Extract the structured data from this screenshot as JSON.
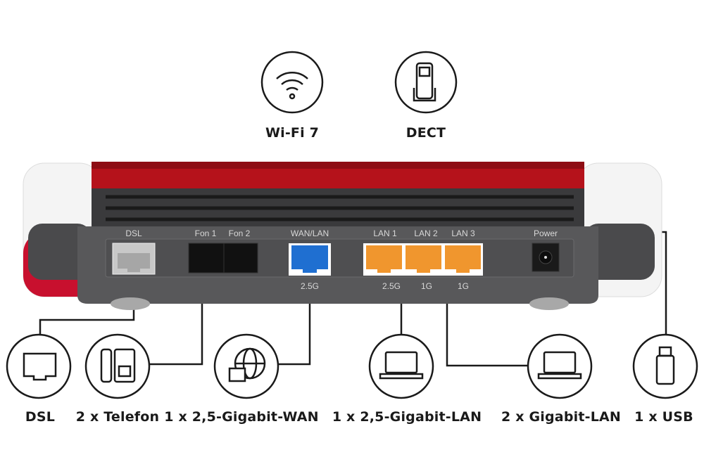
{
  "features": [
    {
      "label": "Wi-Fi 7",
      "icon": "wifi-icon"
    },
    {
      "label": "DECT",
      "icon": "dect-handset-icon"
    }
  ],
  "ports_top": [
    "DSL",
    "Fon 1",
    "Fon 2",
    "WAN/LAN",
    "LAN 1",
    "LAN 2",
    "LAN 3",
    "Power"
  ],
  "ports_bottom": [
    "2.5G",
    "2.5G",
    "1G",
    "1G"
  ],
  "connections": [
    {
      "label": "DSL",
      "icon": "dsl-port-icon"
    },
    {
      "label": "2 x Telefon",
      "icon": "telephone-icon"
    },
    {
      "label": "1 x 2,5-Gigabit-WAN",
      "icon": "globe-icon"
    },
    {
      "label": "1 x 2,5-Gigabit-LAN",
      "icon": "laptop-icon"
    },
    {
      "label": "2 x Gigabit-LAN",
      "icon": "laptop-icon"
    },
    {
      "label": "1 x USB",
      "icon": "usb-icon"
    }
  ],
  "colors": {
    "red": "#b5121b",
    "wan": "#1f6fd1",
    "lan": "#f0962e",
    "body": "#58585a"
  }
}
